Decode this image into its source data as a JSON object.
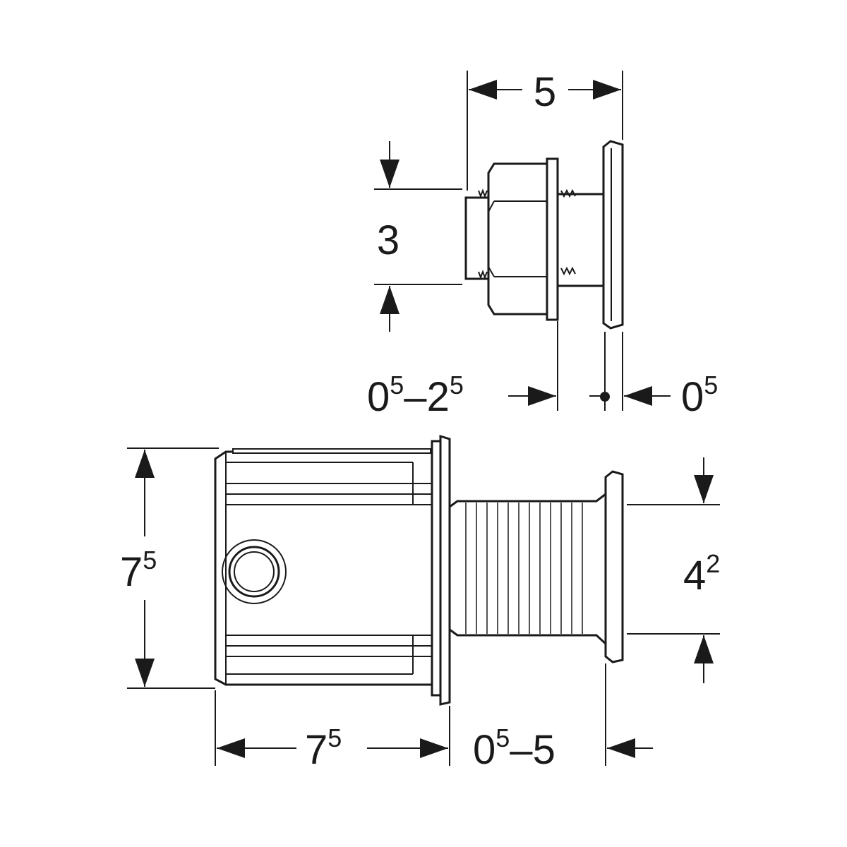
{
  "top_part": {
    "width": {
      "base": "5"
    },
    "height": {
      "base": "3"
    },
    "range": {
      "base1": "0",
      "sup1": "5",
      "dash": "–",
      "base2": "2",
      "sup2": "5"
    },
    "plate": {
      "base": "0",
      "sup": "5"
    }
  },
  "bottom_part": {
    "height": {
      "base": "7",
      "sup": "5"
    },
    "depth": {
      "base": "7",
      "sup": "5"
    },
    "tube_diameter": {
      "base": "4",
      "sup": "2"
    },
    "range": {
      "base1": "0",
      "sup1": "5",
      "dash": "–",
      "base2": "5"
    }
  }
}
